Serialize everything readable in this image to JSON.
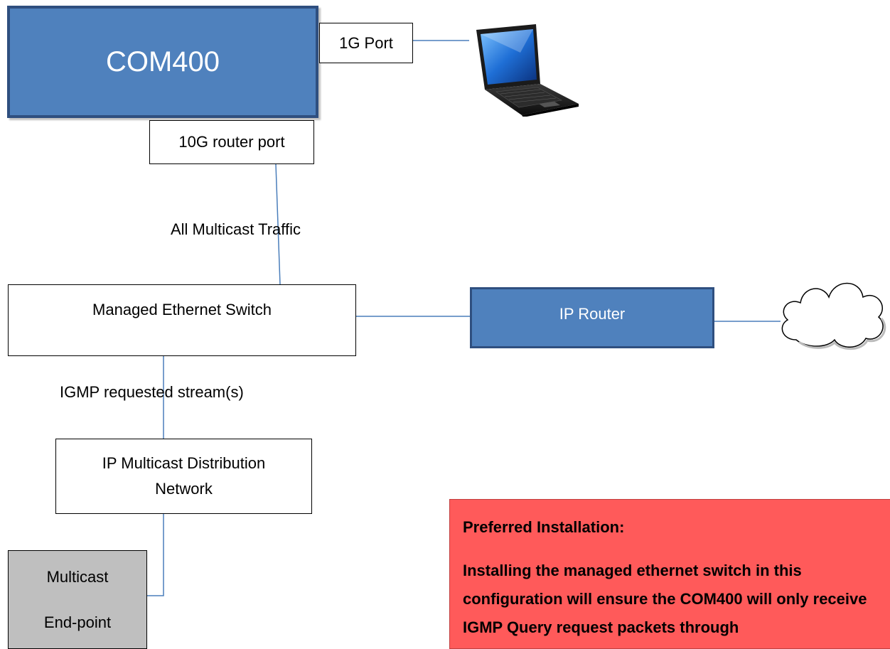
{
  "nodes": {
    "com400": "COM400",
    "port_1g": "1G Port",
    "router_port_10g": "10G router port",
    "switch": "Managed Ethernet Switch",
    "ip_router": "IP Router",
    "distribution": {
      "line1": "IP Multicast Distribution",
      "line2": "Network"
    },
    "endpoint": {
      "line1": "Multicast",
      "line2": "End-point"
    }
  },
  "edge_labels": {
    "all_multicast": "All Multicast Traffic",
    "igmp_requested": "IGMP requested stream(s)"
  },
  "note": {
    "title": "Preferred Installation:",
    "body": "Installing the managed ethernet switch in this configuration will ensure the COM400 will only receive IGMP Query request packets through"
  },
  "colors": {
    "com400_fill": "#4f81bd",
    "router_fill": "#4f81bd",
    "endpoint_fill": "#bfbfbf",
    "note_fill": "#ff5a5a",
    "connector": "#4a7ebb"
  },
  "icons": {
    "laptop": "laptop-icon",
    "cloud": "cloud-icon"
  }
}
